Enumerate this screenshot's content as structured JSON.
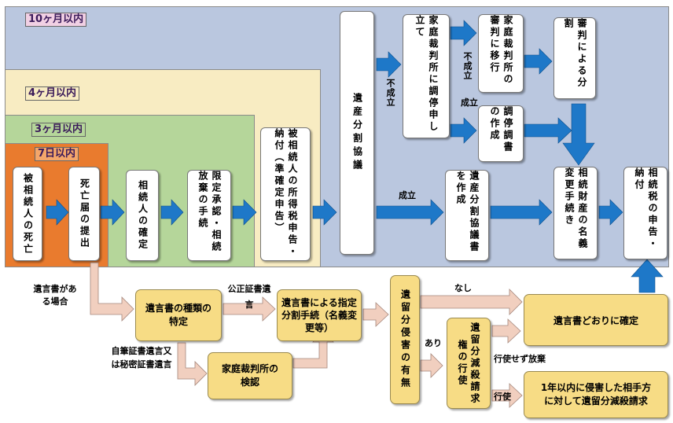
{
  "colors": {
    "p10": "#bac7df",
    "p4": "#f8ecc2",
    "p3": "#b5d69a",
    "p7": "#e97b2e",
    "blue_arrow": "#1e78c8",
    "pink_arrow": "#f1cfbf",
    "yellow_box": "#f7dc85"
  },
  "periods": {
    "m10": "10ヶ月以内",
    "m4": "4ヶ月以内",
    "m3": "3ヶ月以内",
    "d7": "7日以内"
  },
  "steps": {
    "death": "被相続人の死亡",
    "notice": "死亡届の提出",
    "heirs": "相続人の確定",
    "limited": "限定承認・相続放棄の手続",
    "income_tax": "被相続人の所得税申告・納付（準確定申告）",
    "division": "遺産分割協議",
    "mediation": "家庭裁判所に調停申し立て",
    "trial_transfer": "家庭裁判所の審判に移行",
    "trial_division": "審判による分割",
    "mediation_record": "調停調書の作成",
    "agreement_doc": "遺産分割協議書を作成",
    "registration": "相続財産の名義変更手続き",
    "tax_return": "相続税の申告・納付"
  },
  "will_flow": {
    "if_will": "遺言書がある場合",
    "identify": "遺言書の種類の特定",
    "notary": "公正証書遺言",
    "holograph": "自筆証書遺言又は秘密証書遺言",
    "inspection": "家庭裁判所の検認",
    "designated": "遺言書による指定分割手続（名義変更等）",
    "forced_share": "遺留分侵害の有無",
    "claim_right": "遺留分減殺請求権の行使",
    "as_will": "遺言書どおりに確定",
    "claim": "1年以内に侵害した相手方に対して遺留分減殺請求"
  },
  "labels": {
    "failed1": "不成立",
    "failed2": "不成立",
    "settled_small": "成立",
    "settled": "成立",
    "none": "なし",
    "exists": "あり",
    "not_exercised": "行使せず放棄",
    "exercised": "行使"
  }
}
